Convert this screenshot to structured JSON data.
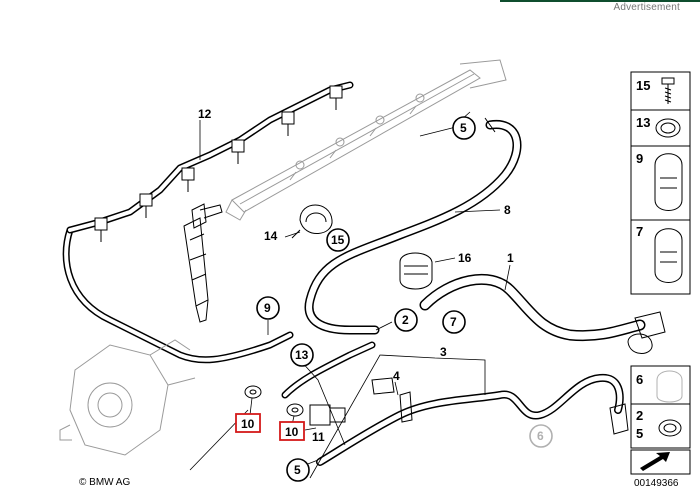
{
  "header": {
    "ad_label": "Advertisement"
  },
  "callouts": {
    "c1": "1",
    "c2": "2",
    "c3": "3",
    "c4": "4",
    "c5a": "5",
    "c5b": "5",
    "c6": "6",
    "c7": "7",
    "c8": "8",
    "c9": "9",
    "c10a": "10",
    "c10b": "10",
    "c11": "11",
    "c12": "12",
    "c13": "13",
    "c14": "14",
    "c15": "15",
    "c16": "16"
  },
  "legend": {
    "items": [
      "15",
      "13",
      "9",
      "7",
      "6",
      "2",
      "5"
    ]
  },
  "footer": {
    "copyright": "© BMW AG",
    "diagram_number": "00149366"
  }
}
